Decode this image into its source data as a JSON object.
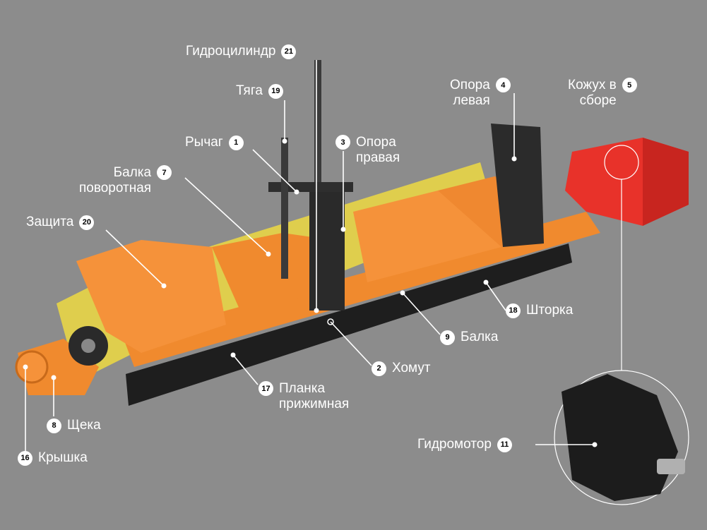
{
  "colors": {
    "background": "#8c8c8c",
    "machine_orange": "#f08a2e",
    "housing_red": "#e8322a",
    "bristle_yellow": "#e4d24a",
    "label_text": "#ffffff",
    "badge_fill": "#ffffff",
    "badge_text": "#000000"
  },
  "callouts": [
    {
      "id": "hydrocylinder",
      "num": "21",
      "text": "Гидроцилиндр"
    },
    {
      "id": "rod",
      "num": "19",
      "text": "Тяга"
    },
    {
      "id": "lever",
      "num": "1",
      "text": "Рычаг"
    },
    {
      "id": "support-right",
      "num": "3",
      "text": "Опора\nправая"
    },
    {
      "id": "support-left",
      "num": "4",
      "text": "Опора\nлевая"
    },
    {
      "id": "housing",
      "num": "5",
      "text": "Кожух в\nсборе"
    },
    {
      "id": "pivot-beam",
      "num": "7",
      "text": "Балка\nповоротная"
    },
    {
      "id": "guard",
      "num": "20",
      "text": "Защита"
    },
    {
      "id": "curtain",
      "num": "18",
      "text": "Шторка"
    },
    {
      "id": "beam",
      "num": "9",
      "text": "Балка"
    },
    {
      "id": "clamp",
      "num": "2",
      "text": "Хомут"
    },
    {
      "id": "clamp-bar",
      "num": "17",
      "text": "Планка\nприжимная"
    },
    {
      "id": "cheek",
      "num": "8",
      "text": "Щека"
    },
    {
      "id": "cover",
      "num": "16",
      "text": "Крышка"
    },
    {
      "id": "hydromotor",
      "num": "11",
      "text": "Гидромотор"
    }
  ]
}
